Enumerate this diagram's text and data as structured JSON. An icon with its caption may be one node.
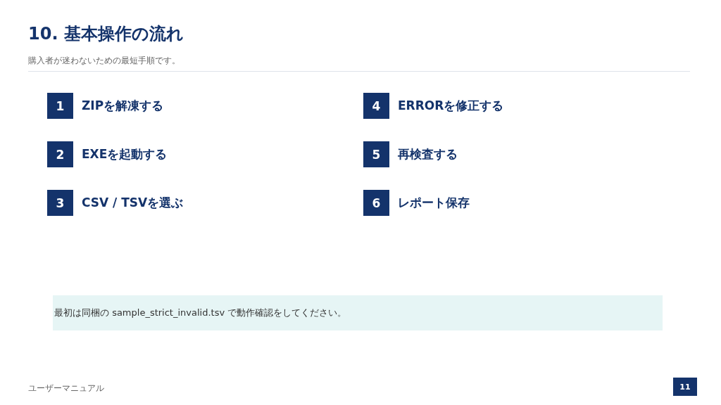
{
  "diagram": {
    "title": "10. 基本操作の流れ",
    "nodes": [
      {
        "text": [
          "1"
        ],
        "beside": [
          "ZIPを解凍する"
        ]
      },
      {
        "text": [
          "2"
        ],
        "beside": [
          "EXEを起動する"
        ]
      },
      {
        "text": [
          "3"
        ],
        "beside": [
          "CSV / TSVを選ぶ"
        ]
      },
      {
        "text": [
          "4"
        ],
        "beside": [
          "ERRORを修正する"
        ]
      },
      {
        "text": [
          "5"
        ],
        "beside": [
          "再検査する"
        ]
      },
      {
        "text": [
          "6"
        ],
        "beside": [
          "レポート保存"
        ]
      },
      {
        "text": [
          "最初は同梱の sample_strict_invalid.tsv で動作確認をしてください。"
        ]
      },
      {
        "text": [
          "11"
        ]
      }
    ],
    "labels": [
      "購入者が迷わないための最短手順です。",
      "ユーザーマニュアル"
    ]
  }
}
